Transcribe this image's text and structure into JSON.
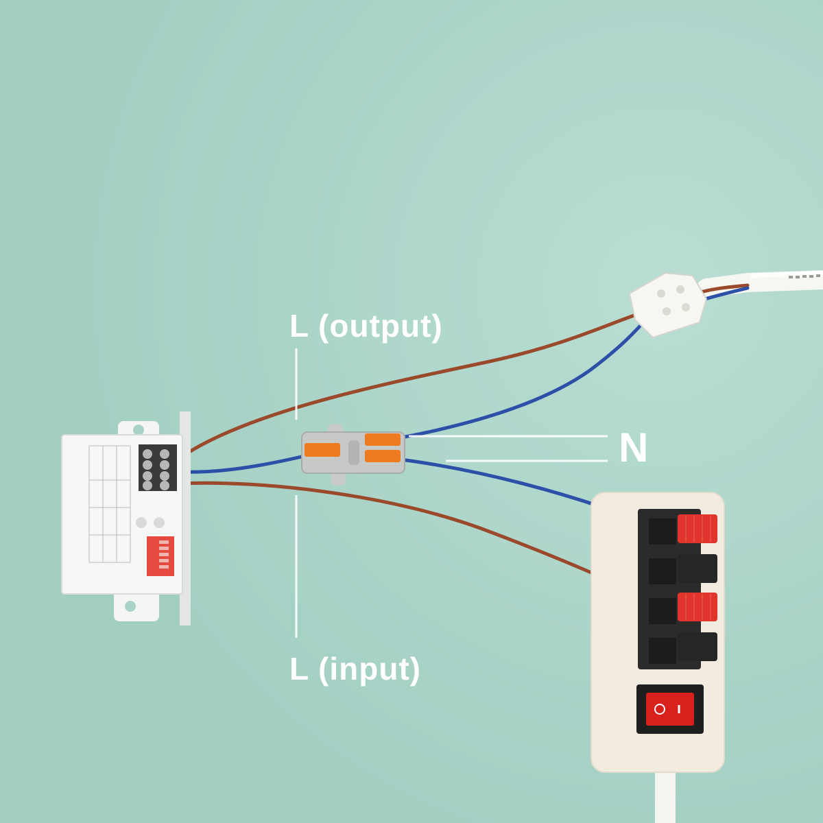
{
  "labels": {
    "output": "L (output)",
    "input": "L (input)",
    "neutral": "N"
  },
  "colors": {
    "background": "#a9d3c8",
    "live_wire": "#9a4a2a",
    "neutral_wire": "#2c4fa8",
    "guide_line": "#ffffff",
    "lever_orange": "#f07a1e",
    "clamp_red": "#e0342c",
    "socket_body": "#f1ecdf"
  },
  "components": {
    "sensor_module": {
      "icon": "microwave-sensor-switch-icon"
    },
    "lever_connector": {
      "icon": "lever-wire-connector-icon"
    },
    "terminal_block": {
      "icon": "screw-terminal-block-icon"
    },
    "power_box": {
      "icon": "spring-terminal-box-icon",
      "switch_icon": "rocker-switch-icon"
    },
    "cable": {
      "icon": "power-cable-icon"
    }
  }
}
